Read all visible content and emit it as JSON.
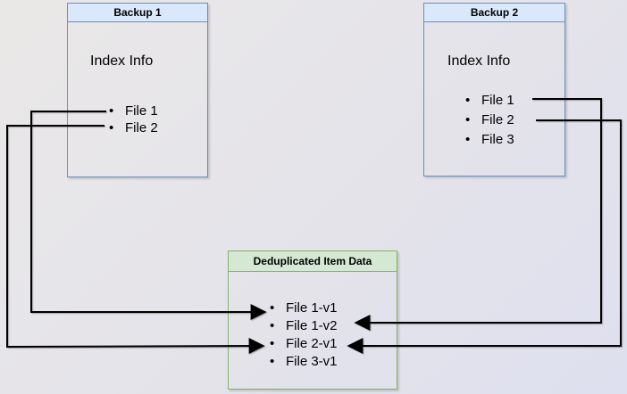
{
  "diagram": {
    "boxes": {
      "backup1": {
        "title": "Backup 1",
        "subtitle": "Index Info",
        "items": [
          "File 1",
          "File 2"
        ]
      },
      "backup2": {
        "title": "Backup 2",
        "subtitle": "Index Info",
        "items": [
          "File 1",
          "File 2",
          "File 3"
        ]
      },
      "dedup": {
        "title": "Deduplicated Item Data",
        "items": [
          "File 1-v1",
          "File 1-v2",
          "File 2-v1",
          "File 3-v1"
        ]
      }
    },
    "edges": [
      {
        "from": "Backup 1 / File 1",
        "to": "Deduplicated Item Data / File 1-v1"
      },
      {
        "from": "Backup 1 / File 2",
        "to": "Deduplicated Item Data / File 2-v1"
      },
      {
        "from": "Backup 2 / File 1",
        "to": "Deduplicated Item Data / File 1-v2"
      },
      {
        "from": "Backup 2 / File 2",
        "to": "Deduplicated Item Data / File 2-v1"
      }
    ],
    "colors": {
      "blue_border": "#6c8ebf",
      "blue_header_fill": "#dae8fc",
      "green_border": "#82b366",
      "green_header_fill": "#d5e8d4",
      "connector_line": "#000000",
      "background_start": "#eae8e7",
      "background_end": "#dee0ef"
    }
  }
}
